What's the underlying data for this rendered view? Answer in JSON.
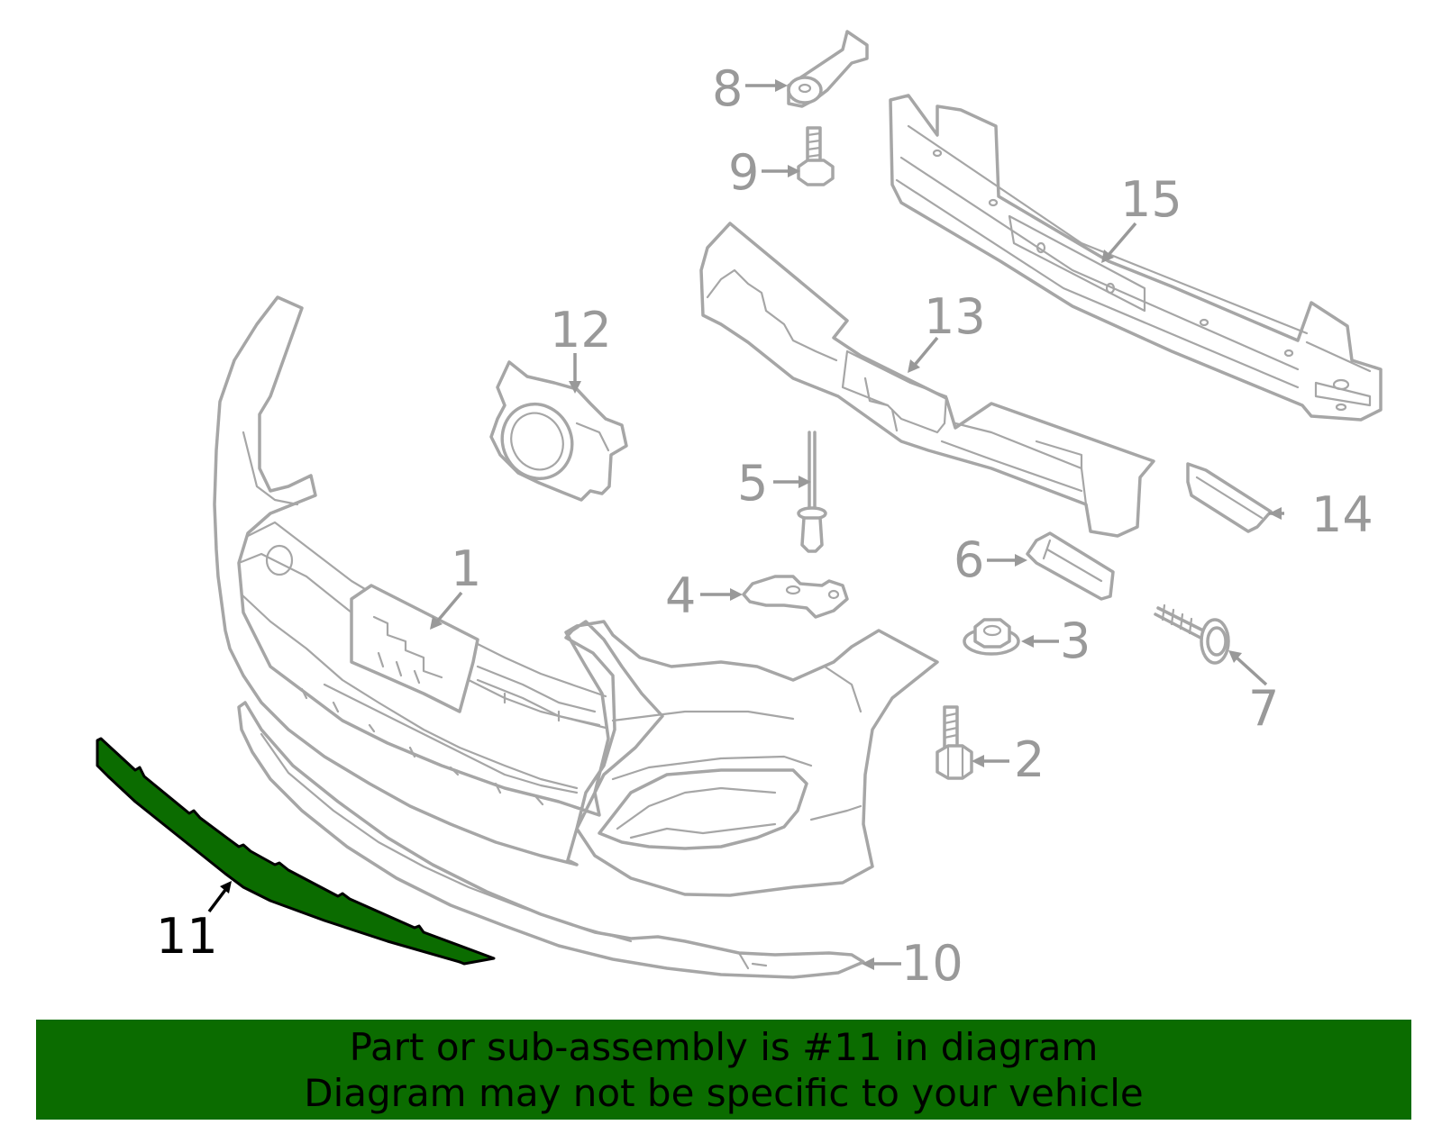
{
  "callouts": {
    "c1": "1",
    "c2": "2",
    "c3": "3",
    "c4": "4",
    "c5": "5",
    "c6": "6",
    "c7": "7",
    "c8": "8",
    "c9": "9",
    "c10": "10",
    "c11": "11",
    "c12": "12",
    "c13": "13",
    "c14": "14",
    "c15": "15"
  },
  "highlighted_part": "11",
  "colors": {
    "highlight": "#0b6c00",
    "line": "#a6a6a6",
    "label": "#999999",
    "banner": "#0b6c00"
  },
  "banner": {
    "line1": "Part or sub-assembly is #11 in diagram",
    "line2": "Diagram may not be specific to your vehicle"
  }
}
